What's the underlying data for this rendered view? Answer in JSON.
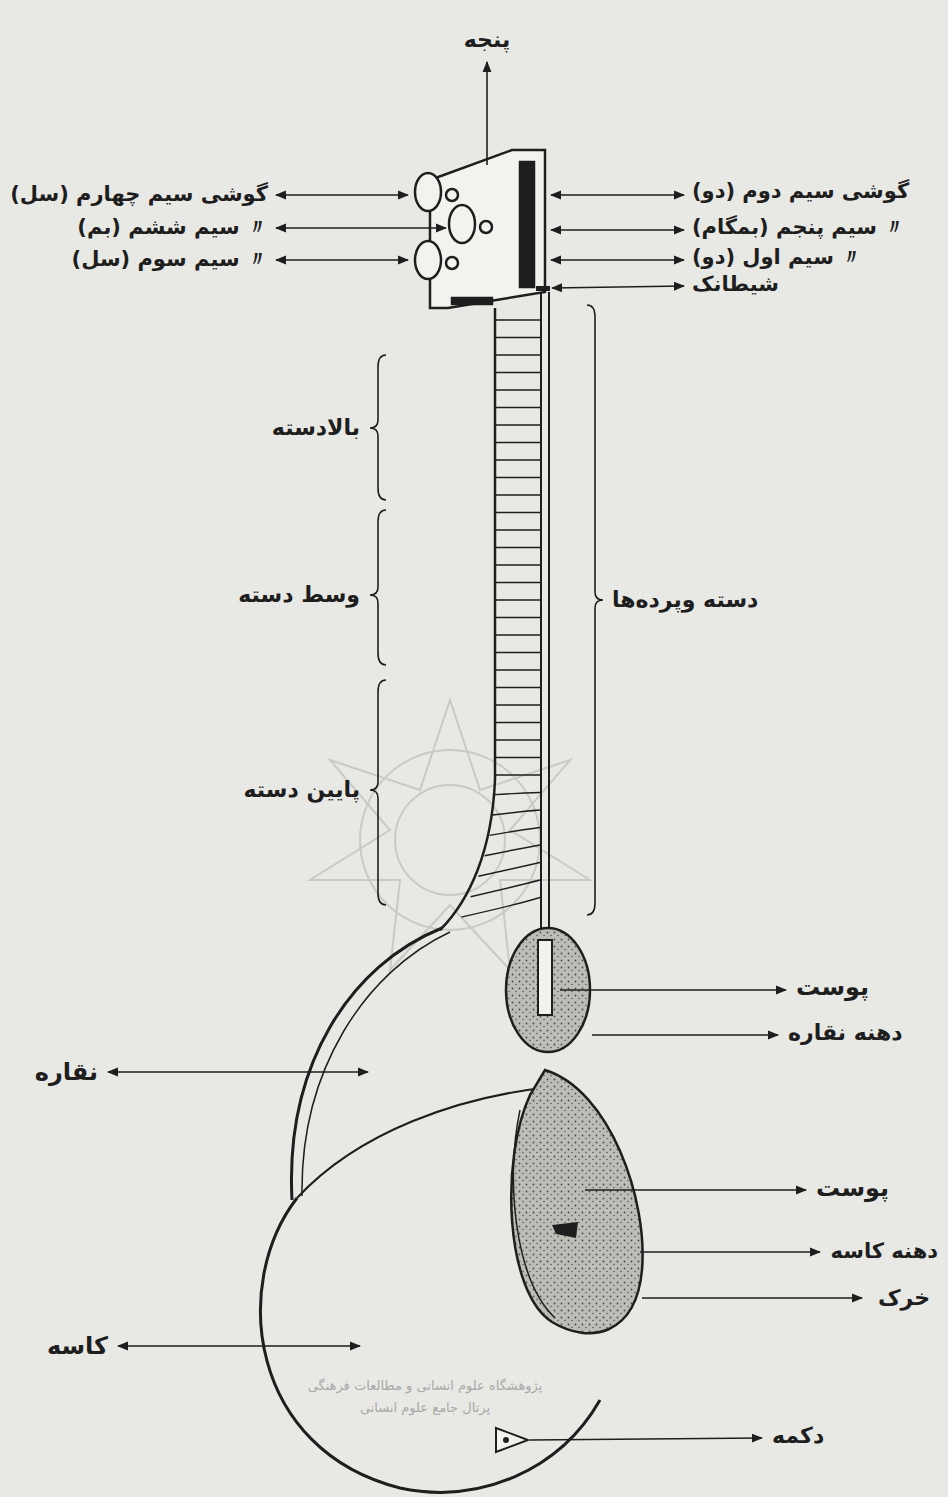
{
  "diagram": {
    "labels": [
      "پنجه",
      "گوشی سیم چهارم (سل)",
      "〃 سیم ششم (بم)",
      "〃 سیم سوم (سل)",
      "گوشی سیم دوم (دو)",
      "〃 سیم پنجم (بمگام)",
      "〃 سیم اول (دو)",
      "شیطانک",
      "بالادسته",
      "وسط دسته",
      "پایین دسته",
      "دسته وپرده‌ها",
      "پوست",
      "دهنه نقاره",
      "نقاره",
      "پوست",
      "دهنه کاسه",
      "خرک",
      "کاسه",
      "دکمه",
      "پژوهشگاه علوم انسانی و مطالعات فرهنگی",
      "پرتال جامع علوم انسانی"
    ]
  }
}
